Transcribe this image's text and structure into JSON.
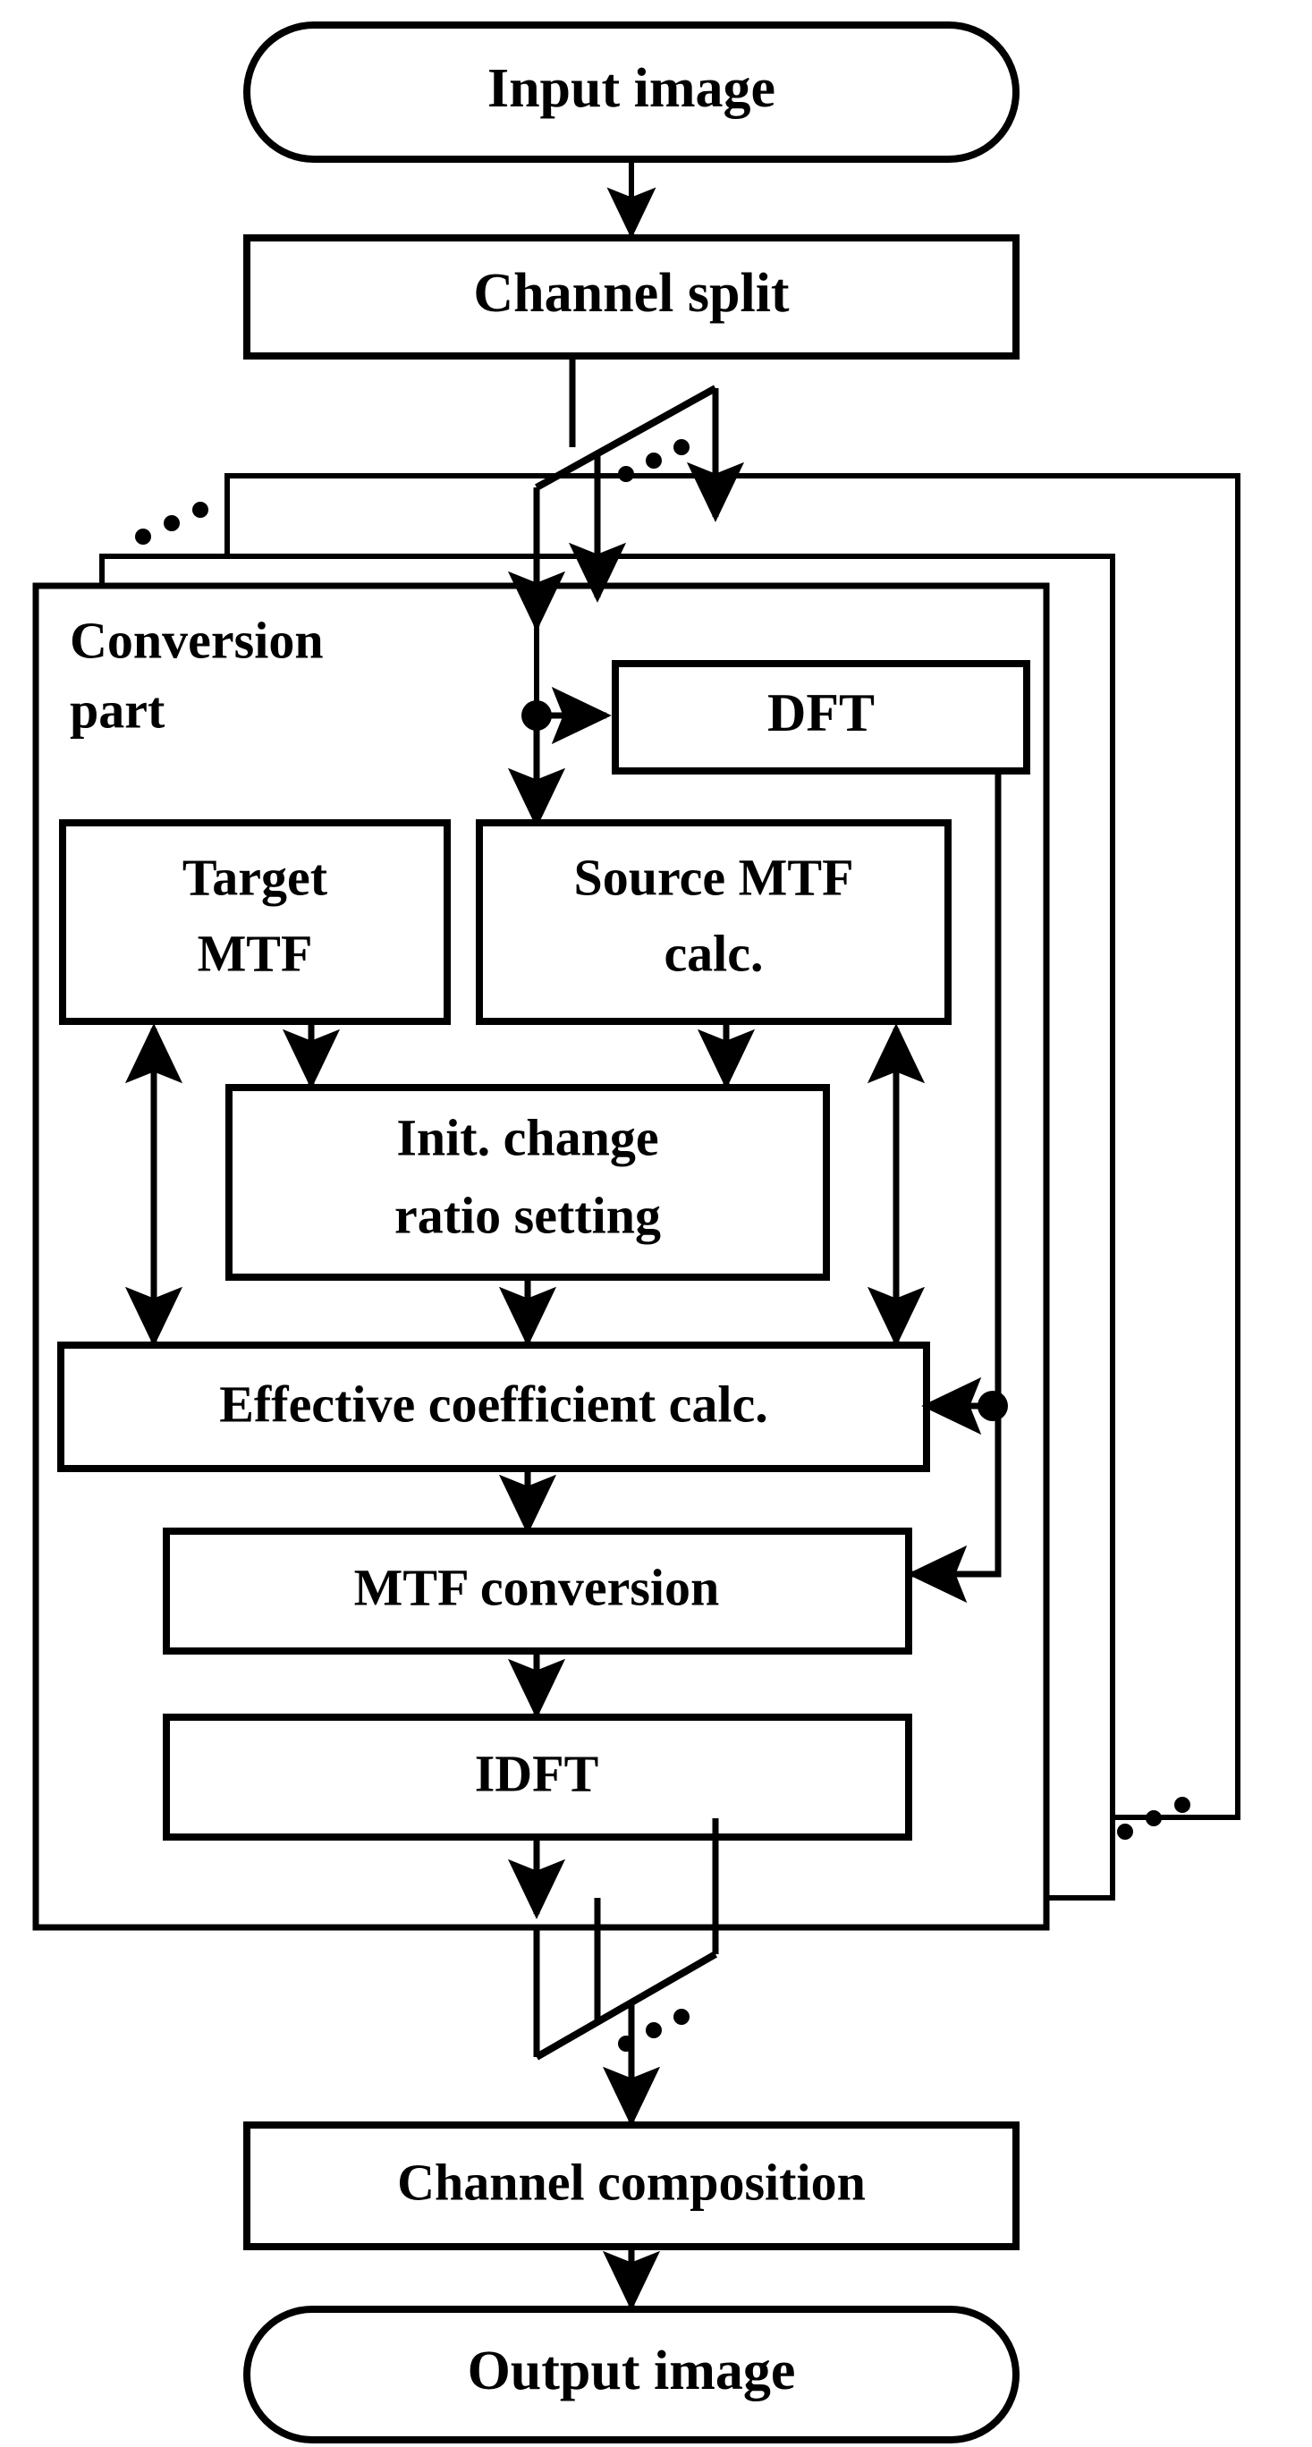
{
  "diagram": {
    "title": "MTF conversion image processing flowchart",
    "colors": {
      "stroke": "#000000",
      "fill": "#ffffff",
      "text": "#000000"
    },
    "nodes": {
      "input_image": "Input image",
      "channel_split": "Channel split",
      "conversion_part_line1": "Conversion",
      "conversion_part_line2": "part",
      "dft": "DFT",
      "target_mtf_line1": "Target",
      "target_mtf_line2": "MTF",
      "source_mtf_line1": "Source MTF",
      "source_mtf_line2": "calc.",
      "init_change_line1": "Init. change",
      "init_change_line2": "ratio setting",
      "effective_coefficient": "Effective coefficient calc.",
      "mtf_conversion": "MTF conversion",
      "idft": "IDFT",
      "channel_composition": "Channel composition",
      "output_image": "Output image"
    },
    "ellipsis": {
      "split_branch": "...",
      "stack_left": "...",
      "stack_right": "...",
      "merge_branch": "..."
    },
    "icons": {
      "arrowhead": "arrowhead-icon",
      "junction": "junction-dot-icon",
      "ellipsis": "ellipsis-dots-icon"
    }
  }
}
